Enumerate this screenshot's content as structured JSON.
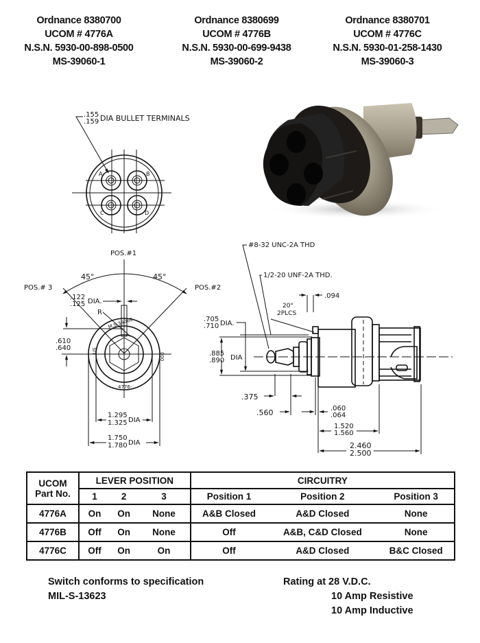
{
  "headers": [
    {
      "ordnance": "Ordnance 8380700",
      "ucom": "UCOM # 4776A",
      "nsn": "N.S.N. 5930-00-898-0500",
      "ms": "MS-39060-1"
    },
    {
      "ordnance": "Ordnance 8380699",
      "ucom": "UCOM # 4776B",
      "nsn": "N.S.N. 5930-00-699-9438",
      "ms": "MS-39060-2"
    },
    {
      "ordnance": "Ordnance 8380701",
      "ucom": "UCOM # 4776C",
      "nsn": "N.S.N. 5930-01-258-1430",
      "ms": "MS-39060-3"
    }
  ],
  "photo": {
    "subject": "rotary switch with four-terminal black connector and metal body"
  },
  "front_view": {
    "terminal_dia_top": ".155",
    "terminal_dia_bottom": ".159",
    "terminal_label": "DIA BULLET TERMINALS",
    "terminal_letters": [
      "A",
      "B",
      "C",
      "D"
    ]
  },
  "lever_view": {
    "pos1": "POS.#1",
    "pos2": "POS.#2",
    "pos3": "POS.# 3",
    "angle_left": "45°",
    "angle_right": "45°",
    "hole_dia_top": ".122",
    "hole_dia_bottom": ".125",
    "hole_dia_suffix": "DIA.",
    "radius_label": "R",
    "marking_top": "M.S.39060-",
    "marking_left": "US",
    "marking_right": "000",
    "marking_bottom": "4776-",
    "height_top": ".610",
    "height_bottom": ".640",
    "inner_dia_top": "1.295",
    "inner_dia_bottom": "1.325",
    "inner_dia_suffix": "DIA",
    "outer_dia_top": "1.750",
    "outer_dia_bottom": "1.780",
    "outer_dia_suffix": "DIA"
  },
  "side_view": {
    "thread_1": "#8-32 UNC-2A THD",
    "thread_2": "1/2-20 UNF-2A THD.",
    "dim_094": ".094",
    "angle_top": "20°",
    "angle_bottom": "2PLCS",
    "nut_dia_top": ".705",
    "nut_dia_bottom": ".710",
    "nut_dia_suffix": "DIA.",
    "shaft_dia_top": ".885",
    "shaft_dia_bottom": ".890",
    "shaft_dia_suffix": "DIA",
    "dim_375": ".375",
    "dim_560": ".560",
    "flange_top": ".060",
    "flange_bottom": ".064",
    "body_len_top": "1.520",
    "body_len_bottom": "1.560",
    "total_len_top": "2.460",
    "total_len_bottom": "2.500"
  },
  "table": {
    "col_part_line1": "UCOM",
    "col_part_line2": "Part No.",
    "group_lever": "LEVER POSITION",
    "group_circuitry": "CIRCUITRY",
    "lever_cols": [
      "1",
      "2",
      "3"
    ],
    "circuit_cols": [
      "Position 1",
      "Position 2",
      "Position 3"
    ],
    "rows": [
      {
        "part": "4776A",
        "lever": [
          "On",
          "On",
          "None"
        ],
        "circuit": [
          "A&B Closed",
          "A&D Closed",
          "None"
        ]
      },
      {
        "part": "4776B",
        "lever": [
          "Off",
          "On",
          "None"
        ],
        "circuit": [
          "Off",
          "A&B, C&D Closed",
          "None"
        ]
      },
      {
        "part": "4776C",
        "lever": [
          "Off",
          "On",
          "On"
        ],
        "circuit": [
          "Off",
          "A&D Closed",
          "B&C Closed"
        ]
      }
    ]
  },
  "footer": {
    "spec_line1": "Switch conforms to specification",
    "spec_line2": "MIL-S-13623",
    "rating_line1": "Rating at 28 V.D.C.",
    "rating_line2": "10 Amp Resistive",
    "rating_line3": "10 Amp Inductive"
  }
}
